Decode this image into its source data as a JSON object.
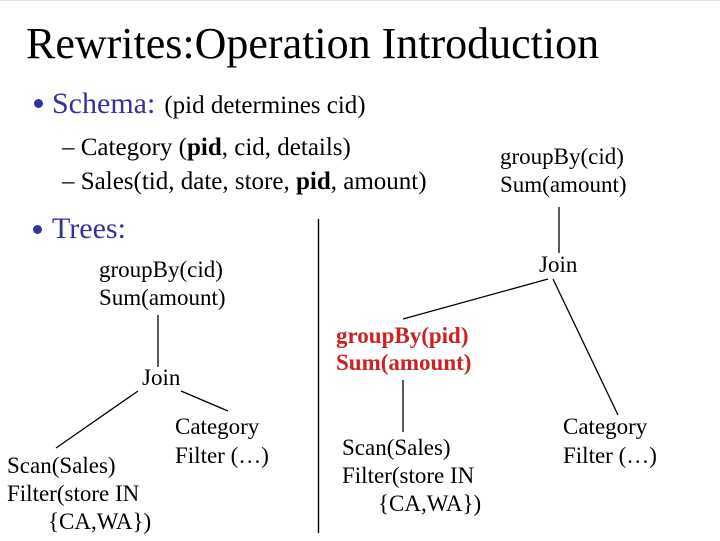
{
  "title": "Rewrites:Operation Introduction",
  "schema": {
    "label": "Schema:",
    "note": "(pid determines cid)",
    "items": [
      {
        "pre": "– Category (",
        "bold": "pid",
        "post": ", cid, details)"
      },
      {
        "pre": "– Sales(tid, date, store, ",
        "bold": "pid",
        "post": ", amount)"
      }
    ]
  },
  "trees_label": "Trees:",
  "left_tree": {
    "root": {
      "line1": "groupBy(cid)",
      "line2": "Sum(amount)"
    },
    "join": "Join",
    "scan_leaf": {
      "line1": "Scan(Sales)",
      "line2": "Filter(store IN",
      "line3": "{CA,WA})"
    },
    "category_leaf": {
      "line1": "Category",
      "line2": "Filter (…)"
    }
  },
  "right_tree": {
    "root": {
      "line1": "groupBy(cid)",
      "line2": "Sum(amount)"
    },
    "join": "Join",
    "pushed_groupby": {
      "line1": "groupBy(pid)",
      "line2": "Sum(amount)"
    },
    "scan_leaf": {
      "line1": "Scan(Sales)",
      "line2": "Filter(store IN",
      "line3": "{CA,WA})"
    },
    "category_leaf": {
      "line1": "Category",
      "line2": "Filter (…)"
    }
  },
  "colors": {
    "heading_blue": "#333399",
    "emphasis_red": "#cc2222",
    "text": "#000000",
    "background": "#ffffff"
  }
}
